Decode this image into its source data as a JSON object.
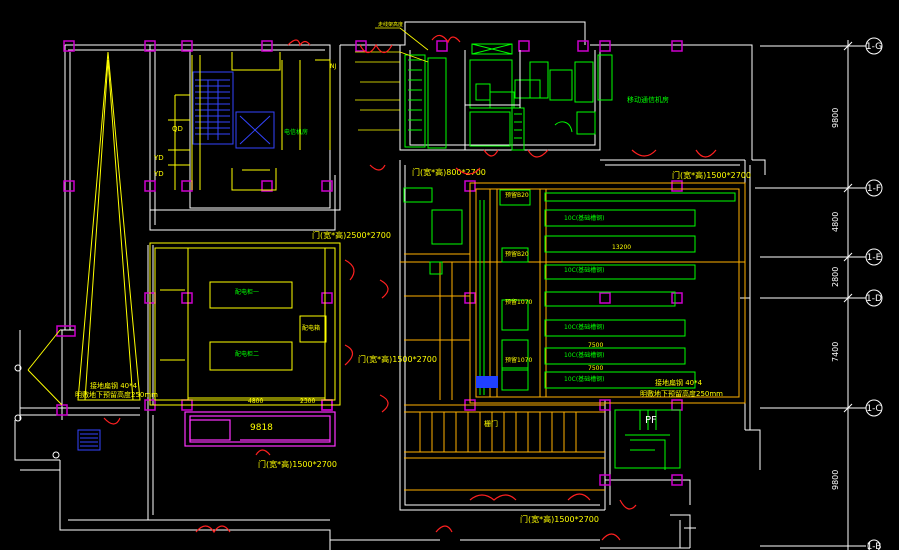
{
  "colors": {
    "wall": "#ffffff",
    "column": "#cc00cc",
    "door": "#ff2020",
    "equipment": "#00ff00",
    "dimension": "#ffff00",
    "tray": "#ffb000",
    "stair": "#2030ff",
    "magenta": "#ff33ff"
  },
  "axes": {
    "labels": [
      "1-G",
      "1-F",
      "1-E",
      "1-D",
      "1-C",
      "1-B"
    ],
    "dimensions": [
      "9800",
      "4800",
      "2800",
      "7400",
      "9800"
    ]
  },
  "doors": {
    "north_right": "门(宽*高)1500*2700",
    "north_left": "门(宽*高)800*2700",
    "mid_left": "门(宽*高)2500*2700",
    "inner": "门(宽*高)1500*2700",
    "bottom_left": "门(宽*高)1500*2700",
    "bottom_right": "门(宽*高)1500*2700"
  },
  "labels": {
    "qd": "QD",
    "yd1": "YD",
    "yd2": "YD",
    "nj": "NJ",
    "power_room": "电信机房",
    "right_room": "移动通信机房",
    "ground_left_1": "接地扁钢  40*4",
    "ground_left_2": "明敷地下预留高度250mm",
    "ground_right_1": "接地扁钢  40*4",
    "ground_right_2": "明敷地下预留高度250mm",
    "rack_1": "10C(基础槽钢)",
    "rack_2": "10C(基础槽钢)",
    "rack_3": "10C(基础槽钢)",
    "rack_4": "10C(基础槽钢)",
    "rack_5": "10C(基础槽钢)",
    "dim_9818": "9818",
    "dim_4800": "4800",
    "dim_2300": "2300",
    "dim_7500a": "7500",
    "dim_7500b": "7500",
    "dim_13200": "13200",
    "pf": "PF",
    "ch_b20_a": "预留B20",
    "ch_b20_b": "预留B20",
    "ch_1070_a": "预留1070",
    "ch_1070_b": "预留1070",
    "box": "配电箱",
    "cab_a": "配电柜一",
    "cab_b": "配电柜二",
    "top_note": "走线架高度",
    "gate": "栅门"
  }
}
